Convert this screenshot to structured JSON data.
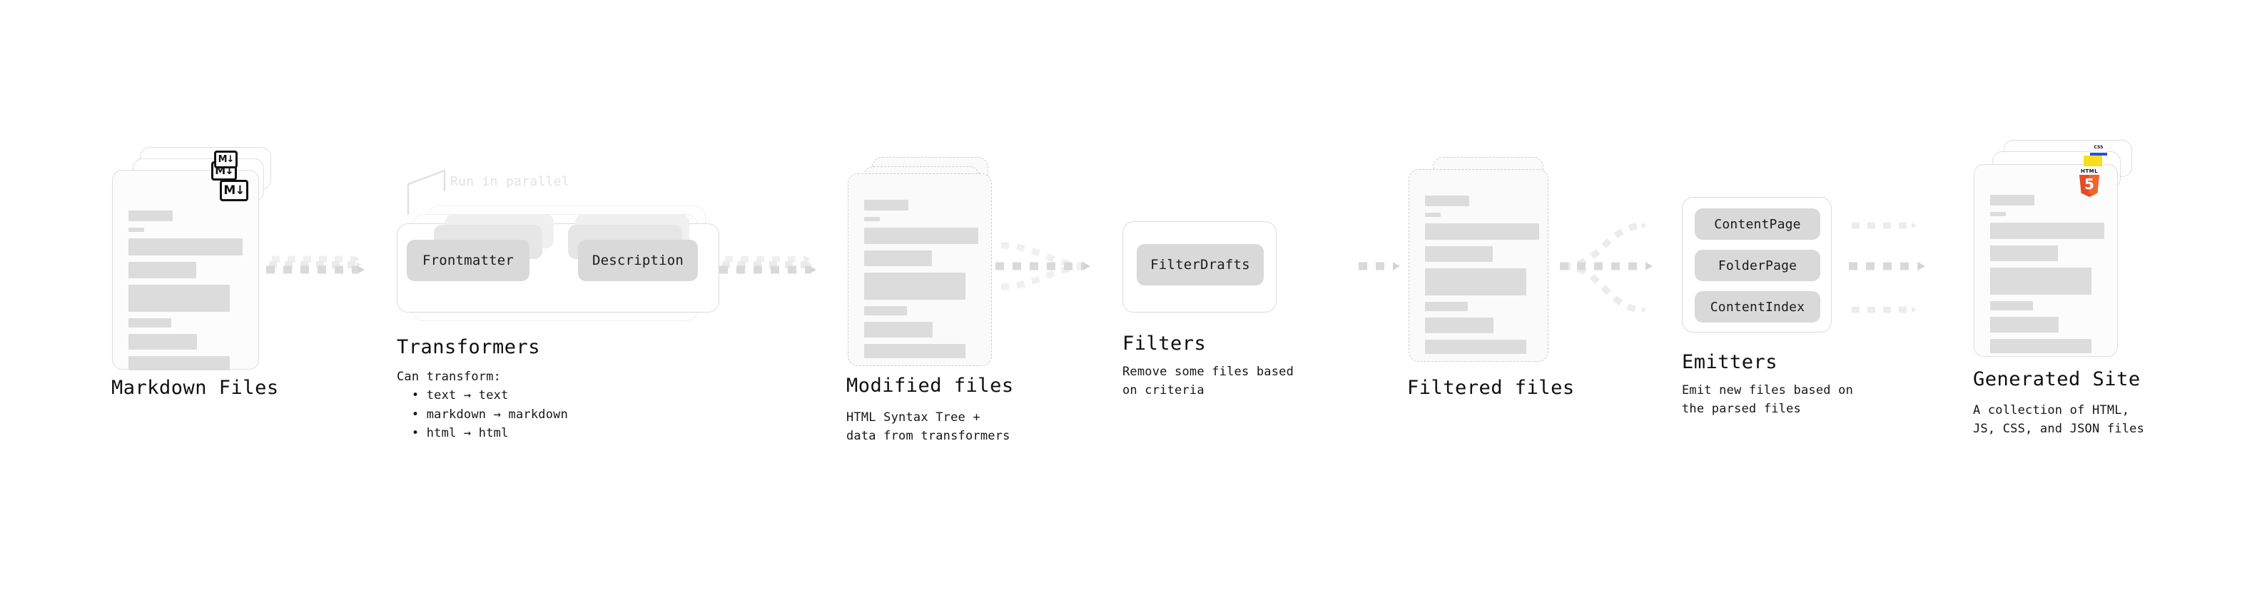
{
  "diagram": {
    "title_font_note": "monospace technical diagram",
    "stages": [
      {
        "id": "markdown-files",
        "title": "Markdown Files",
        "subtitle": "",
        "badge": "M↓",
        "badge_name": "markdown-badge"
      },
      {
        "id": "transformers",
        "title": "Transformers",
        "subtitle": "Can transform:\n  • text → text\n  • markdown → markdown\n  • html → html",
        "annotation": "Run in parallel",
        "chips": [
          "Frontmatter",
          "Description"
        ]
      },
      {
        "id": "modified-files",
        "title": "Modified files",
        "subtitle": "HTML Syntax Tree +\ndata from transformers"
      },
      {
        "id": "filters",
        "title": "Filters",
        "subtitle": "Remove some files based\non criteria",
        "chips": [
          "FilterDrafts"
        ]
      },
      {
        "id": "filtered-files",
        "title": "Filtered files",
        "subtitle": ""
      },
      {
        "id": "emitters",
        "title": "Emitters",
        "subtitle": "Emit new files based on\nthe parsed files",
        "chips": [
          "ContentPage",
          "FolderPage",
          "ContentIndex"
        ]
      },
      {
        "id": "generated-site",
        "title": "Generated Site",
        "subtitle": "A collection of HTML,\nJS, CSS, and JSON files",
        "badges": [
          "HTML5",
          "JS",
          "CSS"
        ]
      }
    ],
    "colors": {
      "background": "#ffffff",
      "ink": "#0f0f0f",
      "line_fill": "#dcdcdc",
      "chip_fill": "#d9d9d9",
      "box_border": "#dcdcdc",
      "arrow": "#d4d4d4",
      "arrow_faint": "#ececec",
      "ghost_text": "#e2e2e2",
      "html5_orange": "#e44d26",
      "js_yellow": "#f7df1e",
      "css_blue": "#264de4"
    },
    "html5_badge": {
      "label": "HTML",
      "digit": "5"
    },
    "css_badge": {
      "label": "CSS"
    }
  }
}
